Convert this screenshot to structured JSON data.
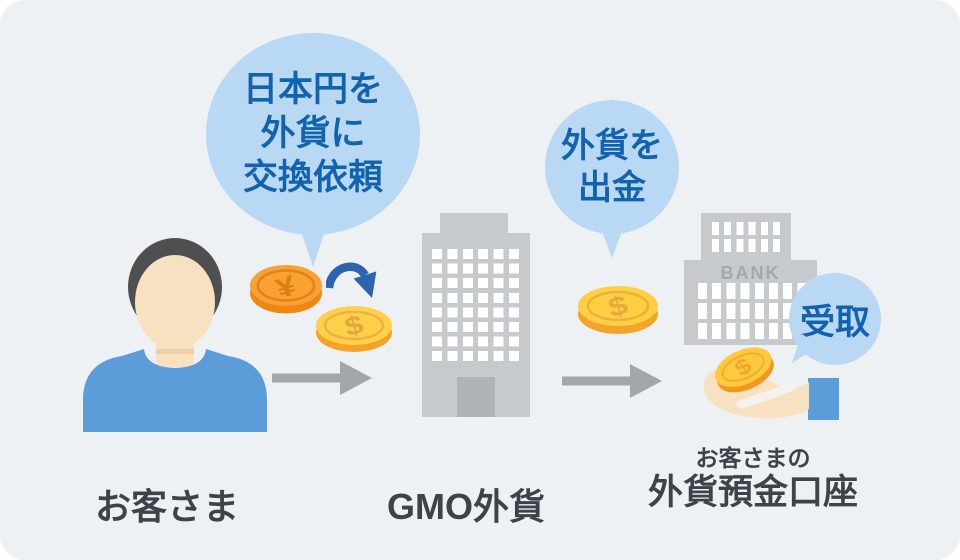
{
  "scene": {
    "bubbles": {
      "exchange": {
        "lines": [
          "日本円を",
          "外貨に",
          "交換依頼"
        ]
      },
      "withdraw": {
        "lines": [
          "外貨を",
          "出金"
        ]
      },
      "receive": {
        "label": "受取"
      }
    },
    "bank_sign": "BANK",
    "labels": {
      "customer": "お客さま",
      "company": "GMO外貨",
      "account_prefix": "お客さまの",
      "account": "外貨預金口座"
    },
    "icons": {
      "yen_coin": "¥",
      "dollar_coin": "$"
    },
    "colors": {
      "background": "#EDF1F4",
      "bubble_fill": "#B9D8F3",
      "bubble_text": "#1263AE",
      "label_text": "#3D4349",
      "building_gray": "#C7CACD",
      "door_gray": "#AFB3B6",
      "arrow_gray": "#A3A7AA",
      "shirt_blue": "#5C9CD8",
      "skin": "#F8E1C1",
      "hair": "#4F4F51",
      "yen_coin_face": "#F9A133",
      "dollar_coin_face": "#FFD14B",
      "exchange_arrow_blue": "#2E63AE"
    }
  }
}
